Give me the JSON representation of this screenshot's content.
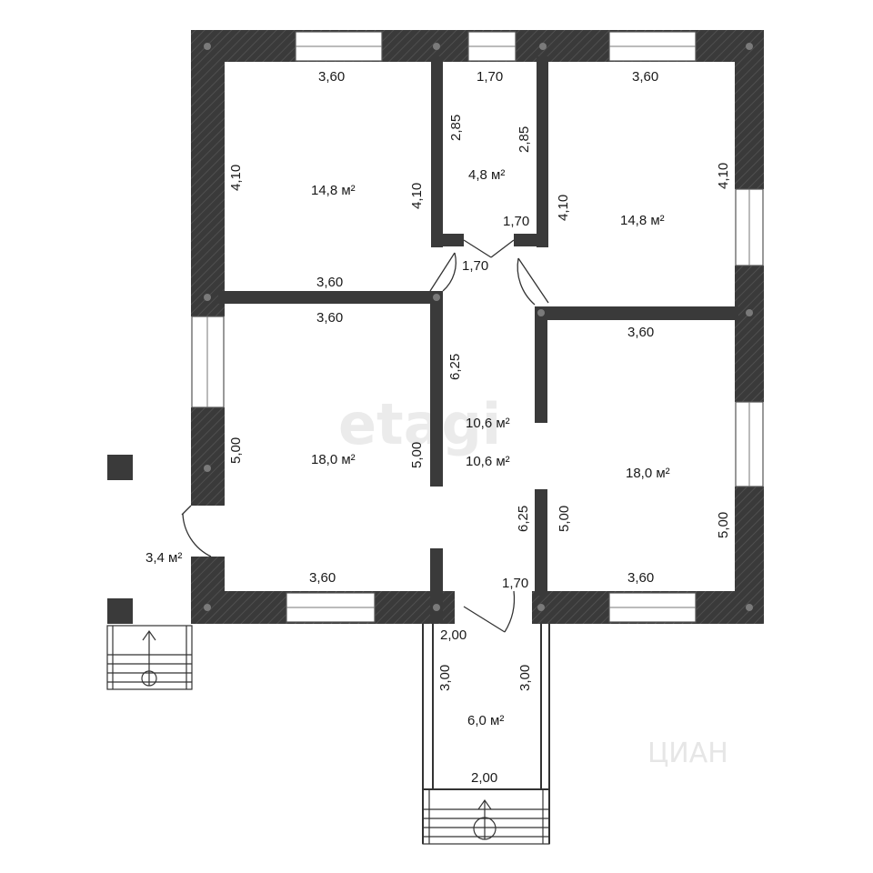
{
  "watermarks": {
    "main": "etagi",
    "corner": "ЦИАН"
  },
  "colors": {
    "wall": "#3a3a3a",
    "background": "#ffffff"
  },
  "rooms": {
    "bedroom_nw": {
      "area": "14,8 м²",
      "top": "3,60",
      "left": "4,10",
      "right": "4,10",
      "bottom": "3,60"
    },
    "bathroom": {
      "area": "4,8 м²",
      "top": "1,70",
      "left": "2,85",
      "right": "2,85",
      "bottom": "1,70"
    },
    "bedroom_ne": {
      "area": "14,8 м²",
      "top": "3,60",
      "left": "4,10",
      "right": "4,10"
    },
    "living_w": {
      "area": "18,0 м²",
      "top": "3,60",
      "left": "5,00",
      "right": "5,00",
      "bottom": "3,60"
    },
    "hall": {
      "area": "10,6 м²",
      "area2": "10,6 м²",
      "top": "1,70",
      "left": "6,25",
      "right": "6,25",
      "bottom": "1,70"
    },
    "living_e": {
      "area": "18,0 м²",
      "top": "3,60",
      "left": "5,00",
      "right": "5,00",
      "bottom": "3,60"
    },
    "porch_w": {
      "area": "3,4 м²"
    },
    "porch_s": {
      "area": "6,0 м²",
      "top": "2,00",
      "left": "3,00",
      "right": "3,00",
      "bottom": "2,00"
    }
  }
}
